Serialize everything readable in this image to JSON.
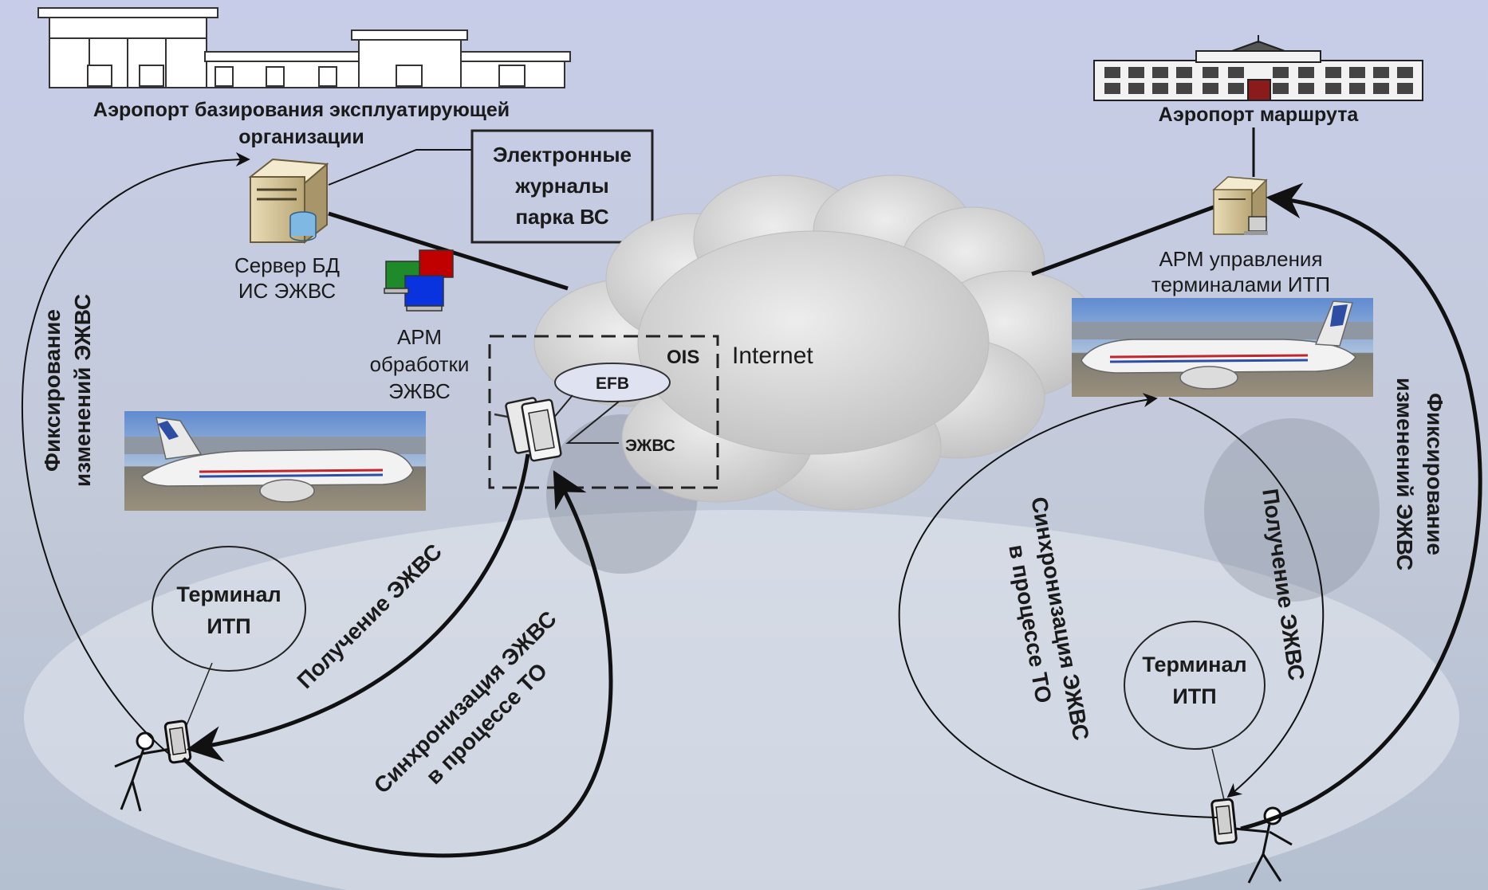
{
  "colors": {
    "sky_top": "#c9cfe6",
    "sky_bottom": "#b7c3d6",
    "line": "#111111",
    "cloud": "#d4d4d4",
    "efb_fill": "#dfe3f1",
    "screen_red": "#c00000",
    "screen_green": "#1f8a2a",
    "screen_blue": "#0a33e0"
  },
  "nodes": {
    "home_airport": {
      "line1": "Аэропорт базирования эксплуатирующей",
      "line2": "организации",
      "icon": "terminal-building-icon"
    },
    "route_airport": {
      "label": "Аэропорт маршрута",
      "icon": "airport-building-icon"
    },
    "server": {
      "line1": "Сервер БД",
      "line2": "ИС ЭЖВС",
      "icon": "database-server-icon"
    },
    "journals": {
      "line1": "Электронные",
      "line2": "журналы",
      "line3": "парка ВС"
    },
    "arm_processing": {
      "line1": "АРМ",
      "line2": "обработки",
      "line3": "ЭЖВС",
      "icon": "workstations-icon"
    },
    "arm_control": {
      "line1": "АРМ управления",
      "line2": "терминалами ИТП",
      "icon": "workstation-server-icon"
    },
    "internet": {
      "label": "Internet",
      "icon": "cloud-icon"
    },
    "ois": {
      "label": "OIS"
    },
    "efb": {
      "label": "EFB",
      "icon": "tablet-icon"
    },
    "ejvs": {
      "label": "ЭЖВС"
    },
    "terminal_left": {
      "line1": "Терминал",
      "line2": "ИТП",
      "icon": "technician-icon"
    },
    "terminal_right": {
      "line1": "Терминал",
      "line2": "ИТП",
      "icon": "technician-icon"
    },
    "aircraft_left": {
      "icon": "aircraft-photo-icon"
    },
    "aircraft_right": {
      "icon": "aircraft-photo-icon"
    }
  },
  "flows": {
    "left_fix": {
      "line1": "Фиксирование",
      "line2": "изменений ЭЖВС"
    },
    "left_get": {
      "label": "Получение ЭЖВС"
    },
    "left_sync": {
      "line1": "Синхронизация ЭЖВС",
      "line2": "в процессе ТО"
    },
    "right_fix": {
      "line1": "Фиксирование",
      "line2": "изменений ЭЖВС"
    },
    "right_get": {
      "label": "Получение ЭЖВС"
    },
    "right_sync": {
      "line1": "Синхронизация ЭЖВС",
      "line2": "в процессе ТО"
    }
  }
}
